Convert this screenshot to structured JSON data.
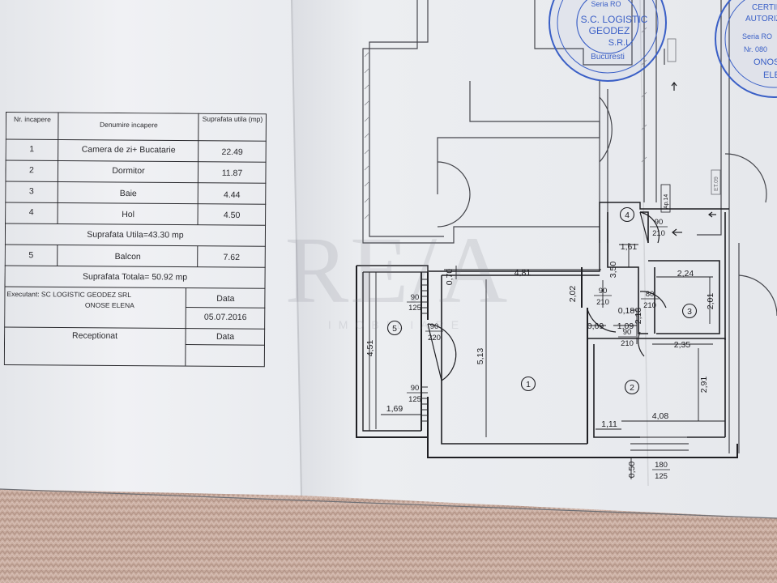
{
  "table": {
    "header": {
      "nr": "Nr. incapere",
      "name": "Denumire incapere",
      "area": "Suprafata utila (mp)"
    },
    "rows": [
      {
        "nr": "1",
        "name": "Camera de zi+ Bucatarie",
        "area": "22.49"
      },
      {
        "nr": "2",
        "name": "Dormitor",
        "area": "11.87"
      },
      {
        "nr": "3",
        "name": "Baie",
        "area": "4.44"
      },
      {
        "nr": "4",
        "name": "Hol",
        "area": "4.50"
      }
    ],
    "useful_total": "Suprafata Utila=43.30 mp",
    "balcony": {
      "nr": "5",
      "name": "Balcon",
      "area": "7.62"
    },
    "grand_total": "Suprafata Totala= 50.92 mp",
    "executant": "Executant: SC LOGISTIC GEODEZ SRL",
    "person": "ONOSE ELENA",
    "date_label": "Data",
    "date_value": "05.07.2016",
    "received_label": "Receptionat",
    "received_date_label": "Data"
  },
  "plan": {
    "room_numbers": [
      "1",
      "2",
      "3",
      "4",
      "5"
    ],
    "dimensions": {
      "d_0_70": "0,70",
      "d_4_81": "4,81",
      "d_2_02": "2,02",
      "d_3_50": "3,50",
      "d_1_61": "1,61",
      "d_2_24": "2,24",
      "d_2_01": "2,01",
      "d_0_18": "0,18",
      "d_0_69": "0,69",
      "d_1_09": "1,09",
      "d_2_18": "2,18",
      "d_2_35": "2,35",
      "d_4_51": "4,51",
      "d_5_13": "5,13",
      "d_2_91": "2,91",
      "d_1_69": "1,69",
      "d_1_11": "1,11",
      "d_4_08": "4,08",
      "d_0_50": "0,50"
    },
    "doors": {
      "door_hol_entry": [
        "90",
        "210"
      ],
      "door_room1": [
        "90",
        "210"
      ],
      "door_baie": [
        "80",
        "210"
      ],
      "door_balcon_upper": [
        "90",
        "125"
      ],
      "door_balcon_mid": [
        "90",
        "220"
      ],
      "door_balcon_lower": [
        "90",
        "125"
      ],
      "door_dormitor": [
        "90",
        "210"
      ],
      "window_dormitor": [
        "180",
        "125"
      ]
    },
    "tags": {
      "ap": "Ap.14",
      "et": "ET.09"
    }
  },
  "stamps": {
    "stamp1_lines": [
      "S.C. LOGISTIC",
      "GEODEZ",
      "S.R.L.",
      "Bucuresti",
      "Seria RO"
    ],
    "stamp2_lines": [
      "CERTIFICAT DE",
      "AUTORIZARE",
      "Seria RO",
      "Nr. 080",
      "ONOSE",
      "ELENA"
    ]
  },
  "watermark": {
    "big": "RE/A",
    "sub": "IMOBILIARE"
  },
  "colors": {
    "paper": "#eef0f2",
    "ink": "#1f1f23",
    "stamp_blue": "#3a5fc6",
    "fabric": "#c9aea3"
  }
}
